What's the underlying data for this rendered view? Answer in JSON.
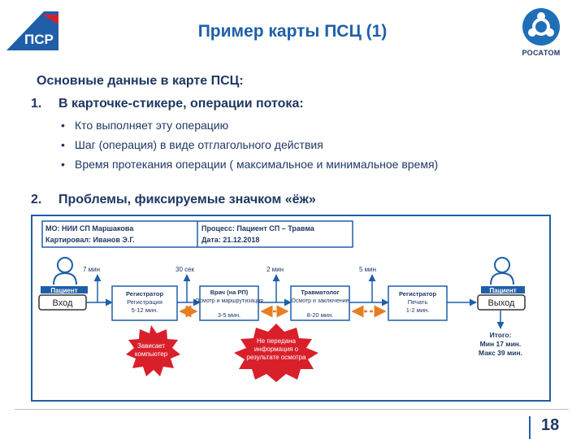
{
  "header": {
    "title": "Пример карты ПСЦ (1)",
    "left_logo": "ПСР",
    "right_logo": "РОСАТОМ"
  },
  "content": {
    "section_title": "Основные данные в карте ПСЦ:",
    "items": [
      {
        "num": "1.",
        "text": "В карточке-стикере, операции потока:",
        "bullets": [
          "Кто выполняет эту операцию",
          "Шаг (операция) в виде отглагольного действия",
          "Время протекания операции ( максимальное и минимальное время)"
        ]
      },
      {
        "num": "2.",
        "text": "Проблемы, фиксируемые значком «ёж»"
      }
    ]
  },
  "map": {
    "info": {
      "mo": "МО: НИИ СП Маршакова",
      "mapper": "Картировал: Иванов Э.Г.",
      "process": "Процесс: Пациент СП – Травма",
      "date": "Дата: 21.12.2018"
    },
    "start": {
      "role": "Пациент",
      "label": "Вход"
    },
    "end": {
      "role": "Пациент",
      "label": "Выход"
    },
    "waits": [
      "7 мин",
      "30 сек",
      "2 мин",
      "5 мин"
    ],
    "steps": [
      {
        "title": "Регистратор",
        "action": "Регистрация",
        "time": "5-12 мин."
      },
      {
        "title": "Врач (на РП)",
        "action": "Осмотр и маршрутизация",
        "time": "3-5 мин."
      },
      {
        "title": "Травматолог",
        "action": "Осмотр и заключение",
        "time": "8-20 мин."
      },
      {
        "title": "Регистратор",
        "action": "Печать",
        "time": "1-2 мин."
      }
    ],
    "problems": [
      {
        "line1": "Зависает",
        "line2": "компьютер"
      },
      {
        "line1": "Не передана",
        "line2": "информация о",
        "line3": "результате осмотра"
      }
    ],
    "totals": {
      "label": "Итого:",
      "min": "Мин 17 мин.",
      "max": "Макс 39 мин."
    }
  },
  "footer": {
    "page_number": "18"
  },
  "colors": {
    "accent_blue": "#1f5fa8",
    "dark_text": "#1f3864",
    "problem_red": "#d9202a",
    "arrow_orange": "#e67e22"
  }
}
